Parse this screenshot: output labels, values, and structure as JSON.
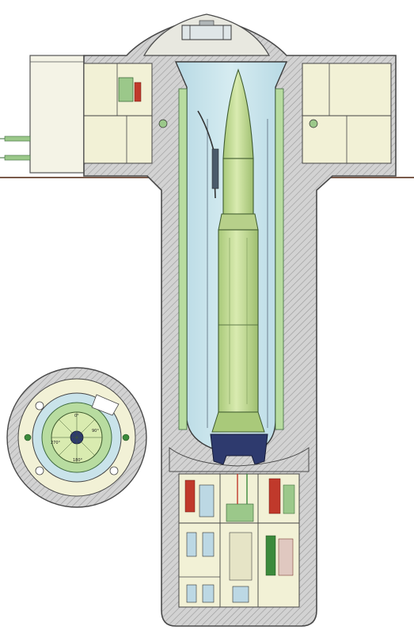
{
  "palette": {
    "concrete": "#cfcfcf",
    "concrete_edge": "#4a4a4a",
    "room_fill": "#f2f1d6",
    "shaft_fill": "#c9e3ea",
    "liner_green": "#b8dca0",
    "missile_body": "#c8de98",
    "missile_edge": "#3e5a2e",
    "engine_navy": "#2e3a6e",
    "equipment_red": "#c0392b",
    "equipment_green": "#3b8a3b",
    "ground_line": "#7a5a4a"
  },
  "plan_view": {
    "angle_labels": [
      "0°",
      "90°",
      "180°",
      "270°"
    ]
  }
}
